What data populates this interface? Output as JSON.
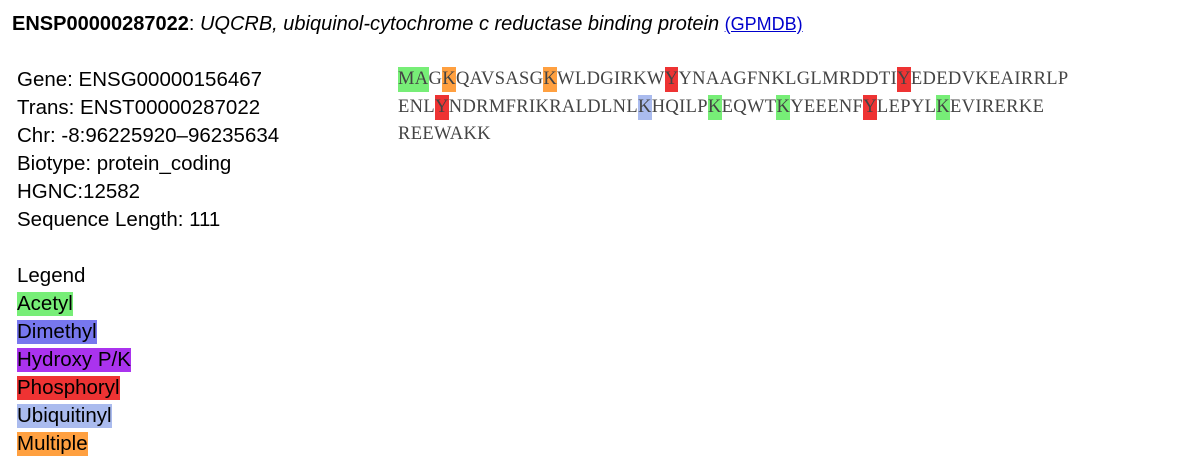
{
  "header": {
    "accession": "ENSP00000287022",
    "separator": ": ",
    "description": "UQCRB, ubiquinol-cytochrome c reductase binding protein",
    "link_label": "(GPMDB)"
  },
  "info": {
    "gene": "Gene: ENSG00000156467",
    "transcript": "Trans: ENST00000287022",
    "chromosome": "Chr: -8:96225920–96235634",
    "biotype": "Biotype: protein_coding",
    "hgnc": "HGNC:12582",
    "length": "Sequence Length: 111"
  },
  "legend": {
    "title": "Legend",
    "items": [
      {
        "key": "acetyl",
        "label": "Acetyl",
        "color": "#77ee77"
      },
      {
        "key": "dimethyl",
        "label": "Dimethyl",
        "color": "#7777ee"
      },
      {
        "key": "hydroxy",
        "label": "Hydroxy P/K",
        "color": "#aa33ee"
      },
      {
        "key": "phosphoryl",
        "label": "Phosphoryl",
        "color": "#ee3333"
      },
      {
        "key": "ubiquitinyl",
        "label": "Ubiquitinyl",
        "color": "#aabbee"
      },
      {
        "key": "multiple",
        "label": "Multiple",
        "color": "#ffa040"
      }
    ]
  },
  "sequence": {
    "lines": [
      [
        {
          "t": "MA",
          "m": "acetyl"
        },
        {
          "t": "G"
        },
        {
          "t": "K",
          "m": "multiple"
        },
        {
          "t": "QAVSASG"
        },
        {
          "t": "K",
          "m": "multiple"
        },
        {
          "t": "WLDGIRKW"
        },
        {
          "t": "Y",
          "m": "phosphoryl"
        },
        {
          "t": "YNAAGFNKLGLMRDDTI"
        },
        {
          "t": "Y",
          "m": "phosphoryl"
        },
        {
          "t": "EDEDVKEAIRRLP"
        }
      ],
      [
        {
          "t": "ENL"
        },
        {
          "t": "Y",
          "m": "phosphoryl"
        },
        {
          "t": "NDRMFRIKRALDLNL"
        },
        {
          "t": "K",
          "m": "ubiquitinyl"
        },
        {
          "t": "HQILP"
        },
        {
          "t": "K",
          "m": "acetyl"
        },
        {
          "t": "EQWT"
        },
        {
          "t": "K",
          "m": "acetyl"
        },
        {
          "t": "YEEENF"
        },
        {
          "t": "Y",
          "m": "phosphoryl"
        },
        {
          "t": "LEPYL"
        },
        {
          "t": "K",
          "m": "acetyl"
        },
        {
          "t": "EVIRERKE"
        }
      ],
      [
        {
          "t": "REEWAKK"
        }
      ]
    ]
  }
}
